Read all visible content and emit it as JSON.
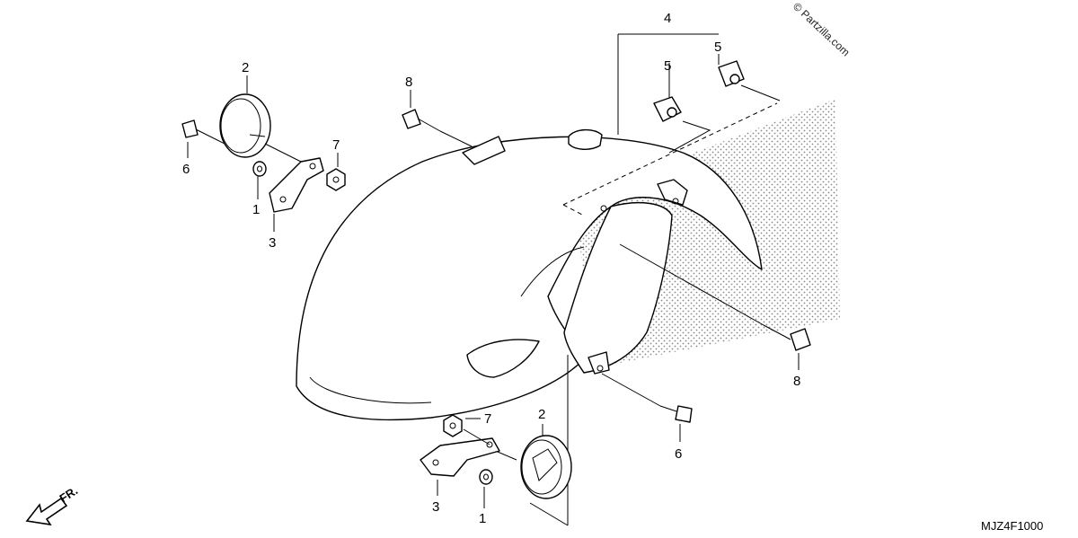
{
  "watermark": "© Partzilla.com",
  "diagram_code": "MJZ4F1000",
  "direction_label": "FR.",
  "callouts": {
    "c1a": "1",
    "c1b": "1",
    "c2a": "2",
    "c2b": "2",
    "c3a": "3",
    "c3b": "3",
    "c4": "4",
    "c5a": "5",
    "c5b": "5",
    "c6a": "6",
    "c6b": "6",
    "c7a": "7",
    "c7b": "7",
    "c8a": "8",
    "c8b": "8"
  }
}
